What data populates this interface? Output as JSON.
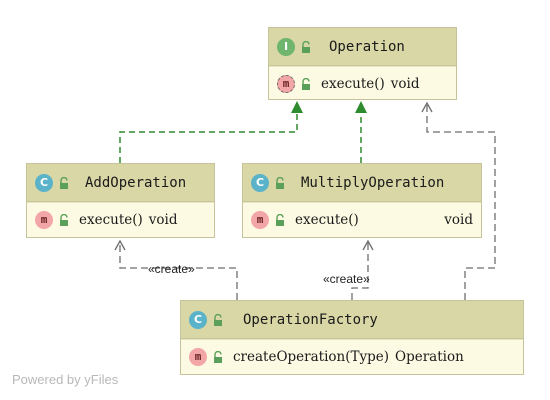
{
  "diagram": {
    "nodes": {
      "operation": {
        "kind_letter": "I",
        "name": "Operation",
        "member": {
          "icon_letter": "m",
          "signature": "execute()",
          "return_type": "void"
        }
      },
      "add": {
        "kind_letter": "C",
        "name": "AddOperation",
        "member": {
          "icon_letter": "m",
          "signature": "execute()",
          "return_type": "void"
        }
      },
      "multiply": {
        "kind_letter": "C",
        "name": "MultiplyOperation",
        "member": {
          "icon_letter": "m",
          "signature": "execute()",
          "return_type": "void"
        }
      },
      "factory": {
        "kind_letter": "C",
        "name": "OperationFactory",
        "member": {
          "icon_letter": "m",
          "signature": "createOperation(Type)",
          "return_type": "Operation"
        }
      }
    },
    "edge_labels": {
      "create_add": "«create»",
      "create_multiply": "«create»"
    },
    "colors": {
      "implements_edge": "#2e8b2e",
      "dependency_edge": "#6e6e6e",
      "node_header": "#d9d7a6",
      "node_body": "#fcfae3"
    }
  },
  "watermark": "Powered by yFiles"
}
